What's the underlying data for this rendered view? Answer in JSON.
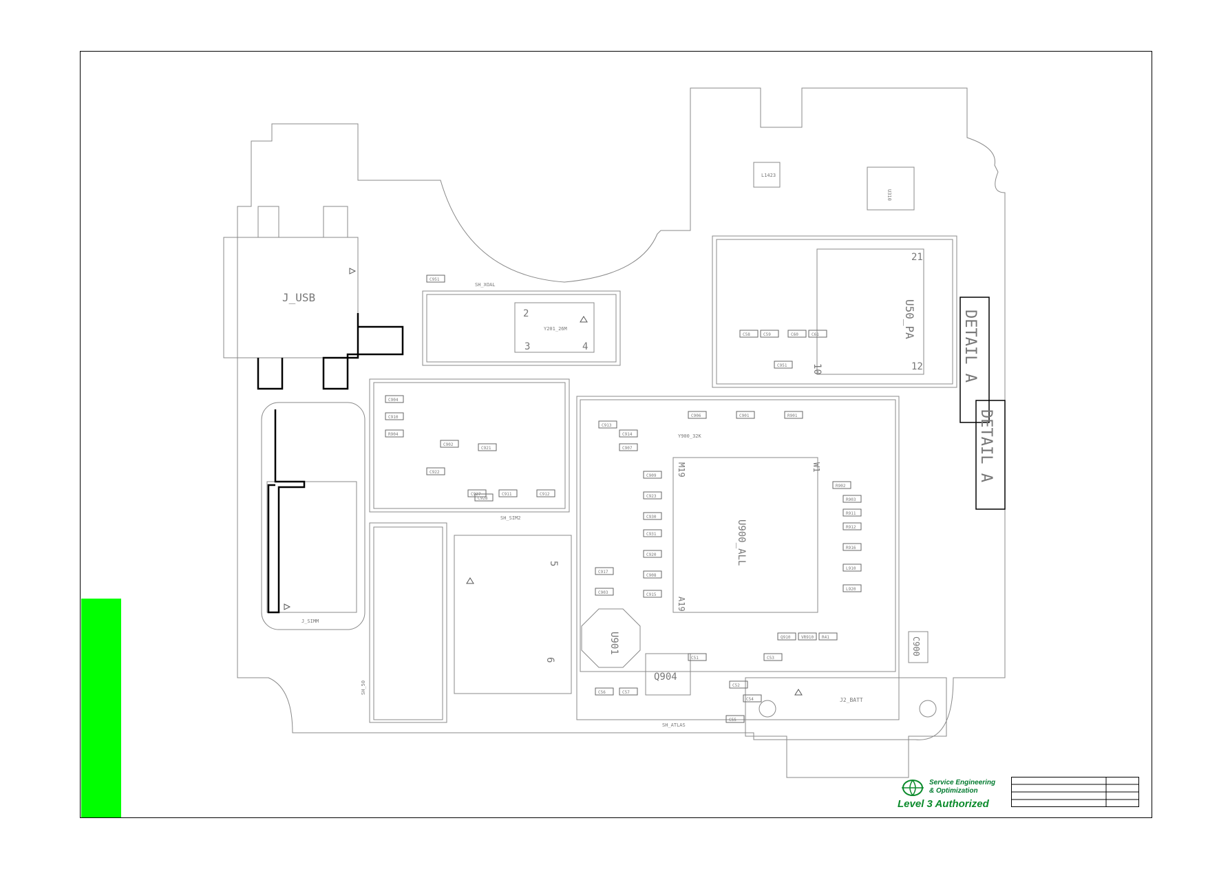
{
  "labels": {
    "j_usb": "J_USB",
    "u50": "U50_PA",
    "u900": "U900_ALL",
    "detail_a1": "DETAIL A",
    "detail_a2": "DETAIL A",
    "j2_batt": "J2_BATT",
    "u901": "U901",
    "q904": "Q904",
    "c900": "C900",
    "simm": "J_SIMM",
    "sh_xoal": "SH_XOAL",
    "sh_sim2": "SH_SIM2",
    "sh_atlas": "SH_ATLAS",
    "sh_50": "SH_50",
    "y201": "Y201_26M",
    "y900": "Y900_32K",
    "l1423": "L1423",
    "u310": "U310",
    "pins": {
      "p21": "21",
      "p12": "12",
      "p10": "10",
      "p2": "2",
      "p3": "3",
      "p4": "4",
      "p5": "5",
      "p6": "6",
      "m19": "M19",
      "a19": "A19",
      "w1": "W1"
    },
    "components": [
      "C951",
      "C904",
      "C910",
      "R904",
      "C902",
      "C921",
      "C922",
      "C927",
      "C928",
      "C911",
      "C912",
      "C913",
      "C914",
      "C907",
      "C909",
      "C923",
      "C930",
      "C931",
      "C920",
      "C908",
      "C915",
      "C917",
      "C903",
      "C906",
      "C901",
      "R901",
      "R902",
      "R903",
      "R911",
      "R912",
      "R916",
      "L910",
      "L920",
      "Q910",
      "VR910",
      "R41",
      "C51",
      "C52",
      "C53",
      "C54",
      "C55",
      "C56",
      "C57",
      "C58",
      "C59",
      "C60",
      "C61"
    ]
  },
  "logo": {
    "line1": "Service Engineering",
    "line2": "& Optimization",
    "line3": "Level 3 Authorized"
  },
  "colors": {
    "line": "#000000",
    "accent": "#00ff00",
    "logo": "#0a8a2a"
  }
}
